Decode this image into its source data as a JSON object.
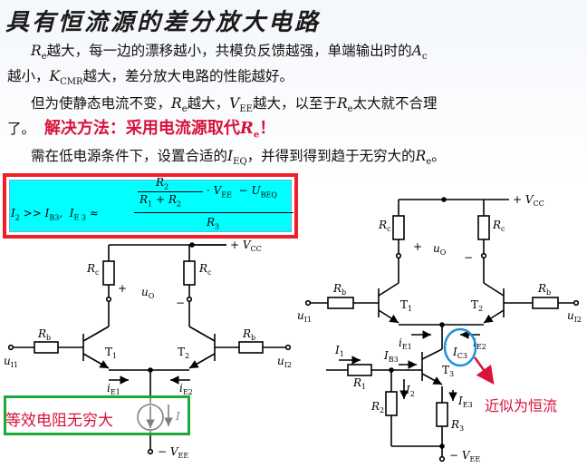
{
  "title": "具有恒流源的差分放大电路",
  "paragraphs": {
    "p1_line1": [
      "R",
      "e",
      "越大，每一边的漂移越小，共模负反馈越强，单端输出时的",
      "A",
      "c"
    ],
    "p1_line2": [
      "越小，",
      "K",
      "CMR",
      "越大，差分放大电路的性能越好。"
    ],
    "p2_line1": [
      "但为使静态电流不变，",
      "R",
      "e",
      "越大，",
      "V",
      "EE",
      "越大，以至于",
      "R",
      "e",
      "太大就不合理"
    ],
    "p2_line2_prefix": "了。",
    "p2_highlight": "解决方法：采用电流源取代",
    "p2_highlight_R": "R",
    "p2_highlight_sub": "e",
    "p2_highlight_end": "！",
    "p3": [
      "需在低电源条件下，设置合适的",
      "I",
      "EQ",
      "，并得到得到趋于无穷大的",
      "R",
      "e",
      "。"
    ]
  },
  "formula": {
    "left": "I",
    "left_sub": "2",
    "gg": ">>",
    "i_b3": "I",
    "i_b3_sub": "B3",
    "comma": ",",
    "i_e3": "I",
    "i_e3_sub": "E 3",
    "approx": "≈",
    "num_r2": "R",
    "num_r2_sub": "2",
    "den_r1": "R",
    "den_r1_sub": "1",
    "plus": "+",
    "den_r2": "R",
    "den_r2_sub": "2",
    "dot_vee": "· V",
    "vee_sub": "EE",
    "minus_u": "− U",
    "ubeq_sub": "BEQ",
    "r3": "R",
    "r3_sub": "3"
  },
  "left_circuit": {
    "vcc": "+ V",
    "vcc_sub": "CC",
    "rc_left": "R",
    "rc_right": "R",
    "rc_sub": "c",
    "plus": "+",
    "minus": "−",
    "uo": "u",
    "uo_sub": "O",
    "rb_left": "R",
    "rb_right": "R",
    "rb_sub": "b",
    "t1": "T",
    "t1_sub": "1",
    "t2": "T",
    "t2_sub": "2",
    "ui1": "u",
    "ui1_sub": "I1",
    "ui2": "u",
    "ui2_sub": "I2",
    "ie1": "i",
    "ie1_sub": "E1",
    "ie2": "i",
    "ie2_sub": "E2",
    "i": "I",
    "vee": "− V",
    "vee_sub": "EE"
  },
  "equiv_label": "等效电阻无穷大",
  "right_circuit": {
    "vcc": "+ V",
    "vcc_sub": "CC",
    "rc_left": "R",
    "rc_right": "R",
    "rc_sub": "c",
    "plus": "+",
    "minus": "−",
    "uo": "u",
    "uo_sub": "O",
    "rb_left": "R",
    "rb_right": "R",
    "rb_sub": "b",
    "t1": "T",
    "t1_sub": "1",
    "t2": "T",
    "t2_sub": "2",
    "t3": "T",
    "t3_sub": "3",
    "ui1": "u",
    "ui1_sub": "I1",
    "ui2": "u",
    "ui2_sub": "I2",
    "ie1": "i",
    "ie1_sub": "E1",
    "ie2": "i",
    "ie2_sub": "E2",
    "ic3": "I",
    "ic3_sub": "C3",
    "i1": "I",
    "i1_sub": "1",
    "ib3": "I",
    "ib3_sub": "B3",
    "r1": "R",
    "r1_sub": "1",
    "i2": "I",
    "i2_sub": "2",
    "r2": "R",
    "r2_sub": "2",
    "ie3": "I",
    "ie3_sub": "E3",
    "r3": "R",
    "r3_sub": "3",
    "vee": "− V",
    "vee_sub": "EE"
  },
  "approx_label": "近似为恒流",
  "colors": {
    "highlight": "#d8123a",
    "formula_border": "#ef1f2a",
    "formula_fill": "#00ffff",
    "equiv_border": "#1fa83a",
    "ic3_circle": "#1f8fe0"
  }
}
